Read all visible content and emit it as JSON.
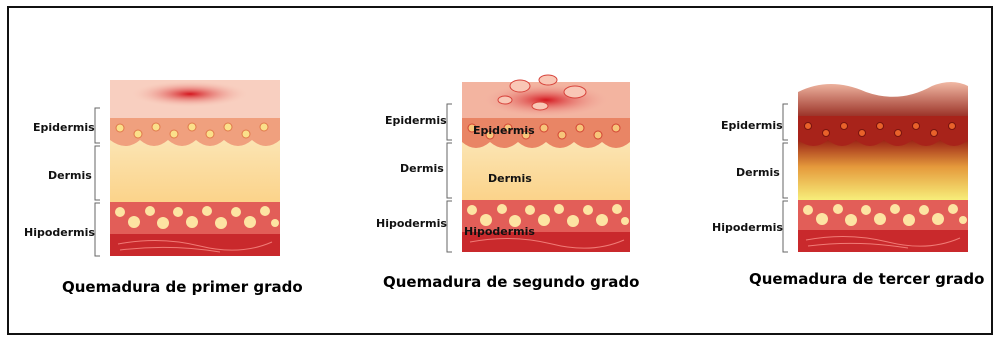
{
  "panels": [
    {
      "caption": "Quemadura de primer grado",
      "labels": {
        "epidermis": "Epidermis",
        "dermis": "Dermis",
        "hipodermis": "Hipodermis"
      }
    },
    {
      "caption": "Quemadura de segundo grado",
      "labels": {
        "epidermis": "Epidermis",
        "dermis": "Dermis",
        "hipodermis": "Hipodermis"
      },
      "inner_labels": {
        "epidermis": "Epidermis",
        "dermis": "Dermis",
        "hipodermis": "Hipodermis"
      }
    },
    {
      "caption": "Quemadura de tercer grado",
      "labels": {
        "epidermis": "Epidermis",
        "dermis": "Dermis",
        "hipodermis": "Hipodermis"
      }
    }
  ],
  "colors": {
    "burn_red": "#d8262c",
    "epidermis_pink": "#f2a38c",
    "dermis_yellow": "#fbd88f",
    "fat_red": "#e2605a",
    "fat_cell": "#fbe3a0",
    "muscle": "#c8282c",
    "third_degree_dark": "#8a1a14",
    "third_degree_yellow": "#f5e86a"
  }
}
